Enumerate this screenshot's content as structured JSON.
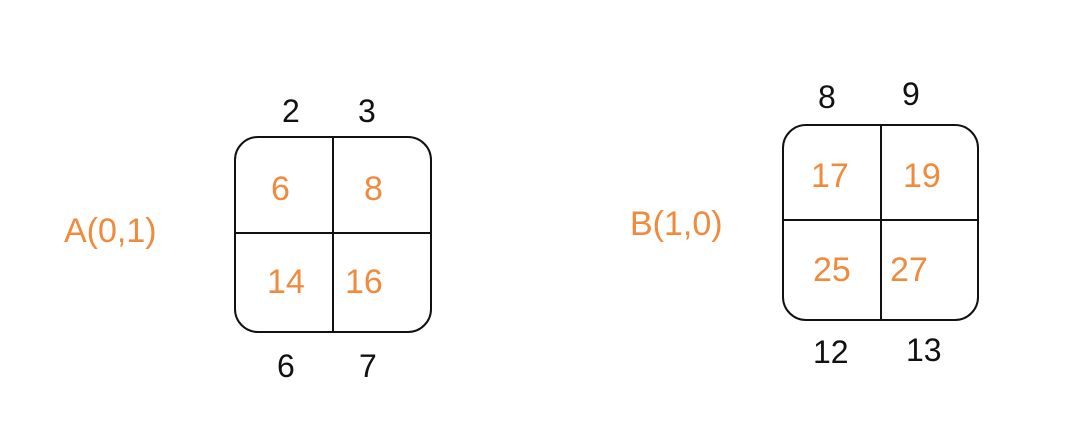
{
  "colors": {
    "accent": "#F08A3C",
    "ink": "#111111",
    "background": "#ffffff"
  },
  "matrixA": {
    "label": "A(0,1)",
    "top_numbers": [
      "2",
      "3"
    ],
    "bottom_numbers": [
      "6",
      "7"
    ],
    "cells": [
      "6",
      "8",
      "14",
      "16"
    ]
  },
  "matrixB": {
    "label": "B(1,0)",
    "top_numbers": [
      "8",
      "9"
    ],
    "bottom_numbers": [
      "12",
      "13"
    ],
    "cells": [
      "17",
      "19",
      "25",
      "27"
    ]
  }
}
